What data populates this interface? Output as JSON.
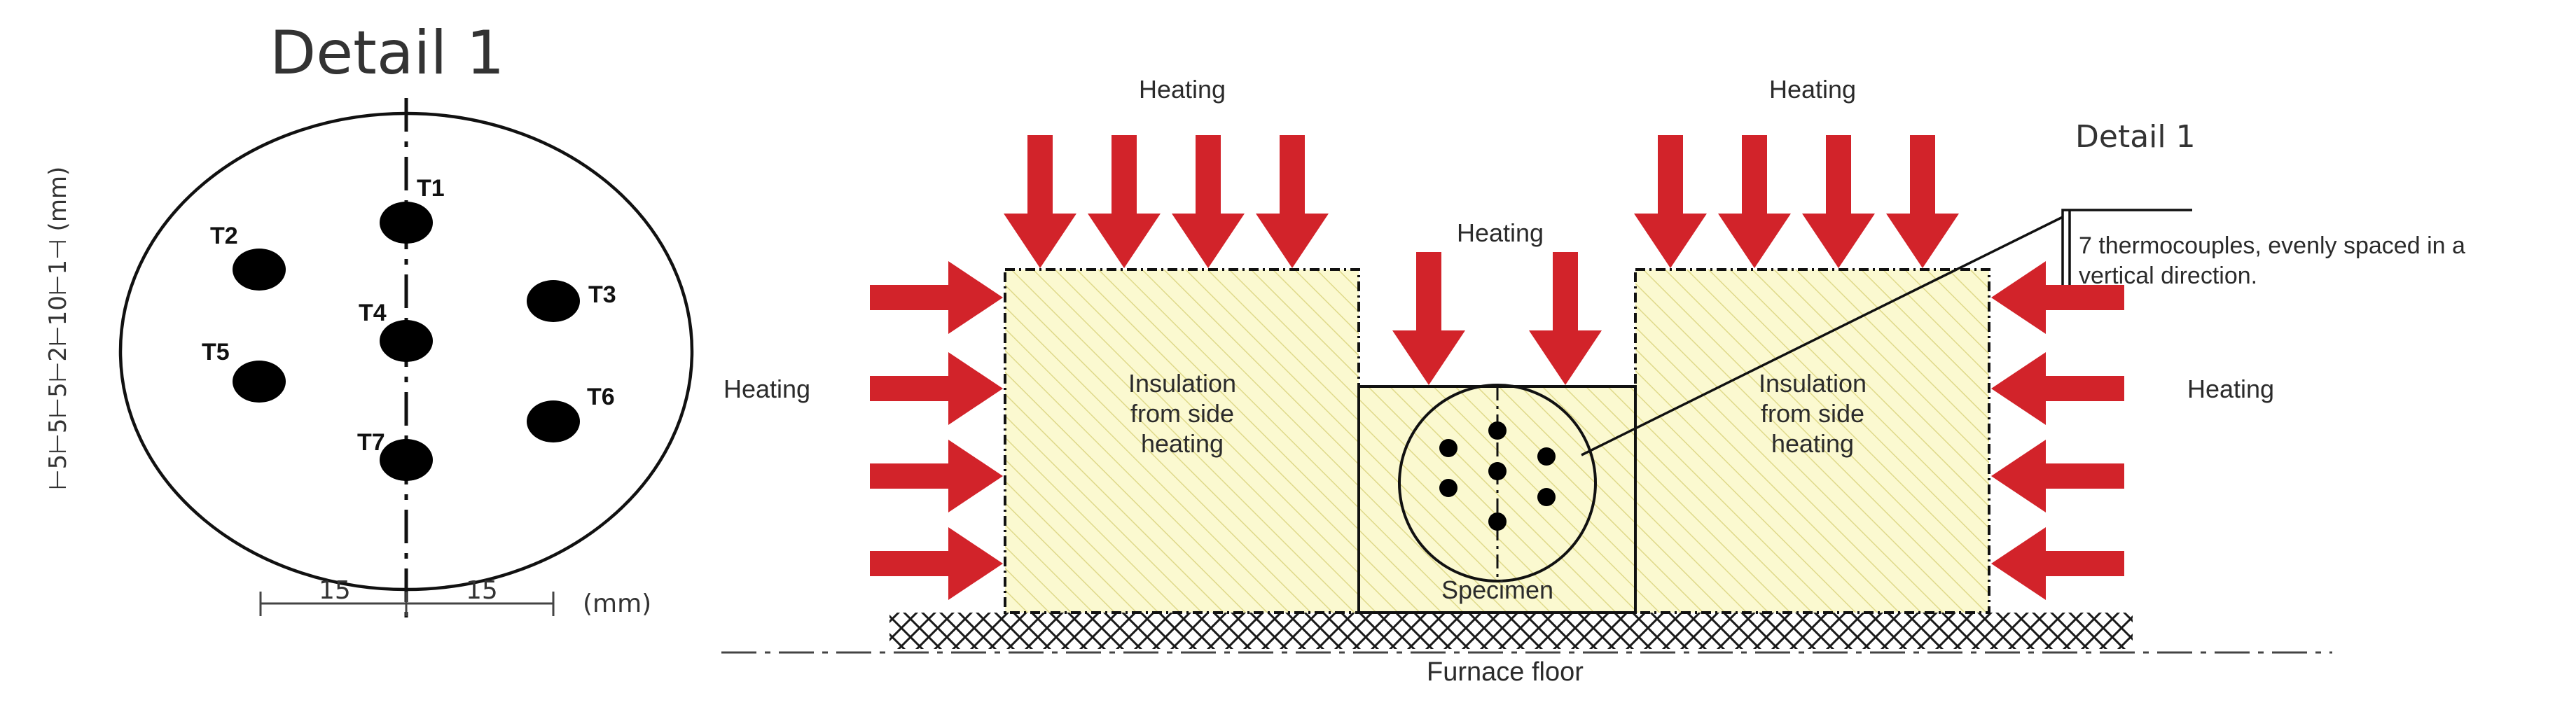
{
  "detail": {
    "title": "Detail 1",
    "thermocouples": [
      "T1",
      "T2",
      "T3",
      "T4",
      "T5",
      "T6",
      "T7"
    ],
    "vertical_dimension": "⊢5⊢5⊢5⊢2⊢10⊢1⊣ (mm)",
    "horizontal_dims": [
      "15",
      "15"
    ],
    "unit": "(mm)"
  },
  "setup": {
    "heating_top_left": "Heating",
    "heating_top_right": "Heating",
    "heating_middle": "Heating",
    "heating_left": "Heating",
    "heating_right": "Heating",
    "insulation_left": [
      "Insulation",
      "from side",
      "heating"
    ],
    "insulation_right": [
      "Insulation",
      "from side",
      "heating"
    ],
    "specimen": "Specimen",
    "furnace_floor": "Furnace floor",
    "callout_title": "Detail 1",
    "callout_text": [
      "7 thermocouples, evenly spaced in a",
      "vertical direction."
    ]
  },
  "colors": {
    "arrow": "#d2232a",
    "insulation_fill": "#fbf9d0",
    "hatch": "#dfd98a",
    "line": "#1a1a1a",
    "dot": "#000000"
  }
}
